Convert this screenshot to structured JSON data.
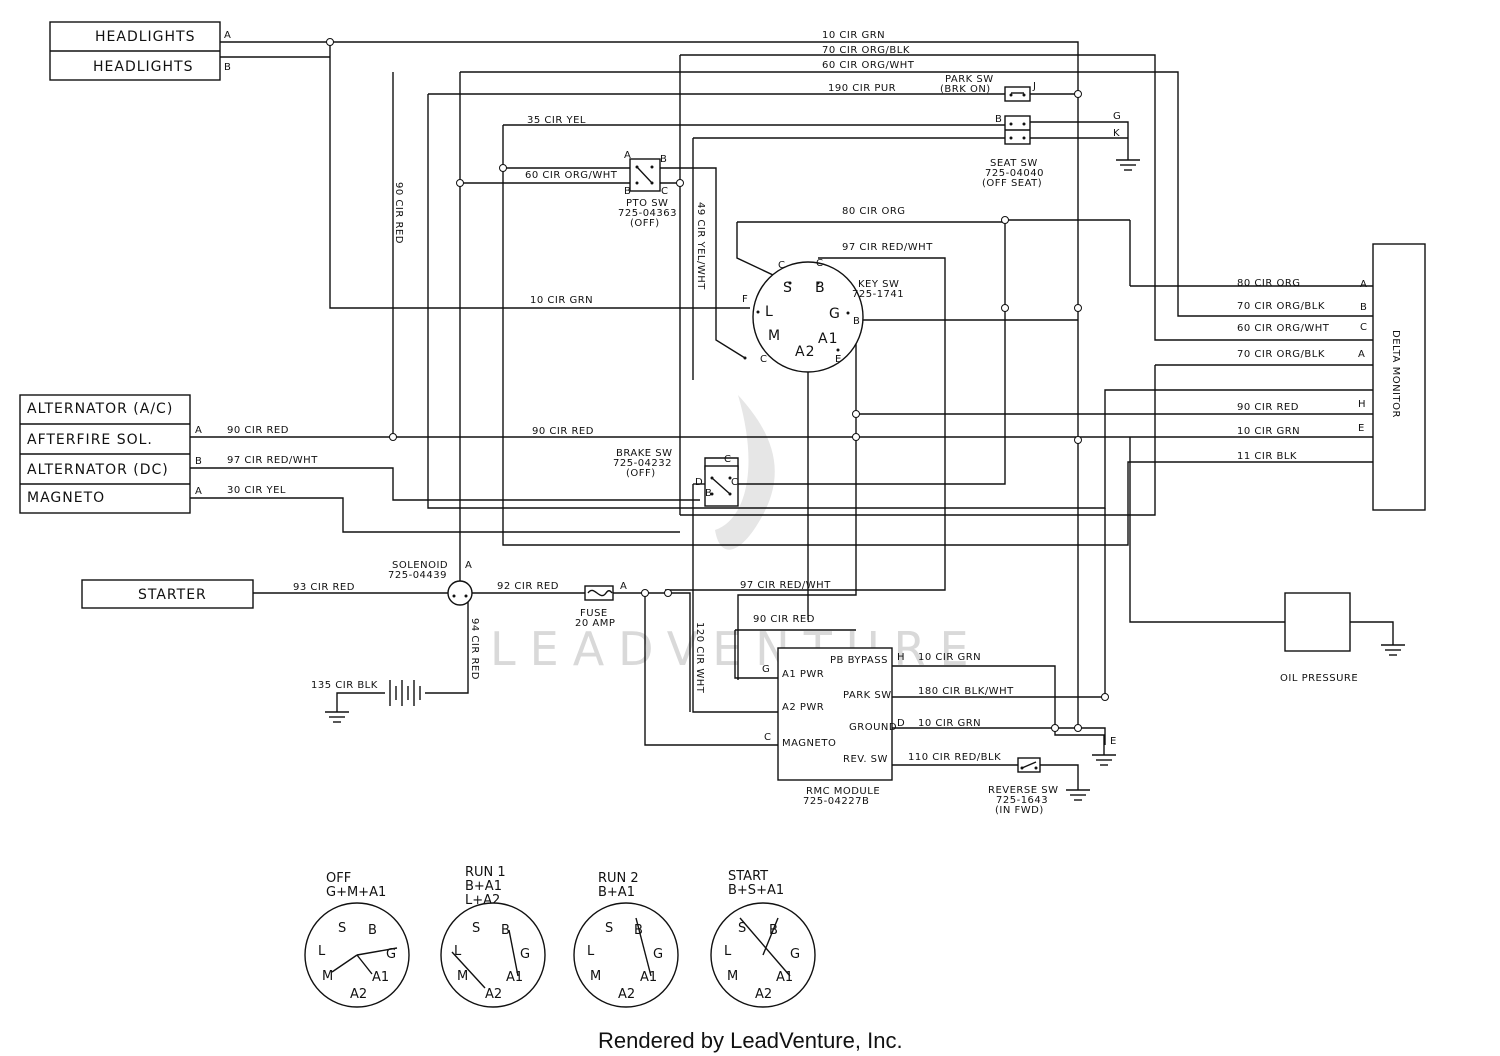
{
  "components": {
    "headlights_a": "HEADLIGHTS",
    "headlights_b": "HEADLIGHTS",
    "alternator_ac": "ALTERNATOR (A/C)",
    "afterfire": "AFTERFIRE SOL.",
    "alternator_dc": "ALTERNATOR (DC)",
    "magneto": "MAGNETO",
    "starter": "STARTER",
    "delta_monitor": "DELTA MONITOR",
    "oil_pressure": "OIL PRESSURE",
    "park_sw": [
      "PARK SW",
      "(BRK ON)"
    ],
    "seat_sw": [
      "SEAT SW",
      "725-04040",
      "(OFF SEAT)"
    ],
    "pto_sw": [
      "PTO SW",
      "725-04363",
      "(OFF)"
    ],
    "key_sw": [
      "KEY SW",
      "725-1741"
    ],
    "brake_sw": [
      "BRAKE SW",
      "725-04232",
      "(OFF)"
    ],
    "solenoid": [
      "SOLENOID",
      "725-04439"
    ],
    "fuse": [
      "FUSE",
      "20 AMP"
    ],
    "rmc_module": [
      "RMC MODULE",
      "725-04227B"
    ],
    "reverse_sw": [
      "REVERSE SW",
      "725-1643",
      "(IN FWD)"
    ],
    "rmc_pins": {
      "pb_bypass": "PB BYPASS",
      "park_sw": "PARK SW",
      "ground": "GROUND",
      "rev_sw": "REV. SW",
      "a1_pwr": "A1 PWR",
      "a2_pwr": "A2 PWR",
      "magneto": "MAGNETO"
    }
  },
  "wires": {
    "w10_grn": "10 CIR GRN",
    "w70_orgblk": "70 CIR ORG/BLK",
    "w60_orgwht": "60 CIR ORG/WHT",
    "w190_pur": "190 CIR PUR",
    "w35_yel": "35 CIR YEL",
    "w60_orgwht_pto": "60 CIR ORG/WHT",
    "w90_red_v": "90 CIR RED",
    "w49_yelwht": "49 CIR YEL/WHT",
    "w80_org": "80 CIR ORG",
    "w97_redwht_key": "97 CIR RED/WHT",
    "w10_grn_mid": "10 CIR GRN",
    "w90_red_alt": "90 CIR RED",
    "w90_red_mid": "90 CIR RED",
    "w97_redwht_dc": "97 CIR RED/WHT",
    "w30_yel": "30 CIR YEL",
    "w93_red": "93 CIR RED",
    "w92_red": "92 CIR RED",
    "w94_red": "94 CIR RED",
    "w135_blk": "135 CIR BLK",
    "w97_redwht_low": "97 CIR RED/WHT",
    "w90_red_low": "90 CIR RED",
    "w120_wht": "120 CIR WHT",
    "w10_grn_pb": "10 CIR GRN",
    "w180_blkwht": "180 CIR BLK/WHT",
    "w10_grn_gnd": "10 CIR GRN",
    "w110_redblk": "110 CIR RED/BLK",
    "dm_80_org": "80 CIR ORG",
    "dm_70_orgblk": "70 CIR ORG/BLK",
    "dm_60_orgwht": "60 CIR ORG/WHT",
    "dm_70_orgblk_2": "70 CIR ORG/BLK",
    "dm_90_red": "90 CIR RED",
    "dm_10_grn": "10 CIR GRN",
    "dm_11_blk": "11 CIR BLK"
  },
  "key_positions": [
    {
      "name": "OFF",
      "combo": [
        "G+M+A1"
      ]
    },
    {
      "name": "RUN 1",
      "combo": [
        "B+A1",
        "L+A2"
      ]
    },
    {
      "name": "RUN 2",
      "combo": [
        "B+A1"
      ]
    },
    {
      "name": "START",
      "combo": [
        "B+S+A1"
      ]
    }
  ],
  "key_terminals": [
    "S",
    "B",
    "L",
    "G",
    "M",
    "A1",
    "A2"
  ],
  "watermark": "LEADVENTURE",
  "footer": "Rendered by LeadVenture, Inc."
}
